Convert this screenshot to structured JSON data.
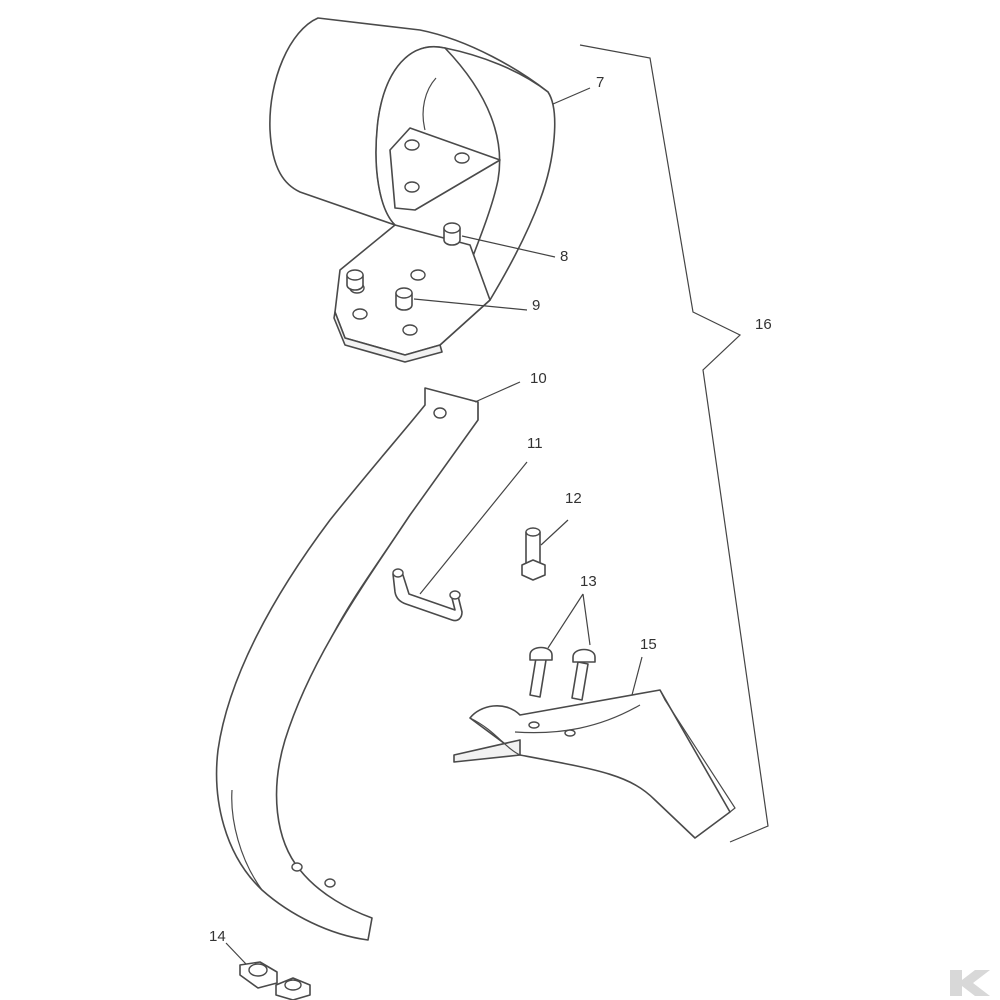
{
  "callouts": [
    {
      "id": "7",
      "label": "7"
    },
    {
      "id": "8",
      "label": "8"
    },
    {
      "id": "9",
      "label": "9"
    },
    {
      "id": "10",
      "label": "10"
    },
    {
      "id": "11",
      "label": "11"
    },
    {
      "id": "12",
      "label": "12"
    },
    {
      "id": "13",
      "label": "13"
    },
    {
      "id": "14",
      "label": "14"
    },
    {
      "id": "15",
      "label": "15"
    },
    {
      "id": "16",
      "label": "16"
    }
  ],
  "watermark": {
    "text": "K"
  },
  "colors": {
    "line": "#4a4a4a",
    "background": "#ffffff",
    "watermark": "#d8d8d8"
  }
}
